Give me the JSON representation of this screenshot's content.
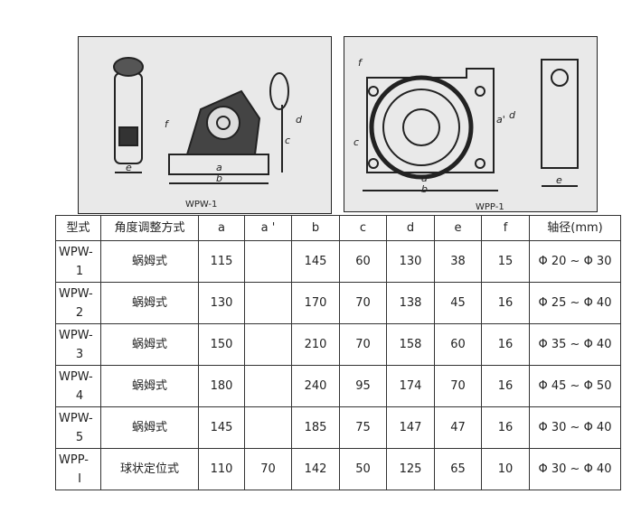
{
  "figures": [
    {
      "caption": "WPW-1",
      "labels": [
        "f",
        "a",
        "b",
        "c",
        "d",
        "e"
      ]
    },
    {
      "caption": "WPP-1",
      "labels": [
        "f",
        "a",
        "b",
        "c",
        "d",
        "e",
        "a'"
      ]
    }
  ],
  "table": {
    "headers": [
      "型式",
      "角度调整方式",
      "a",
      "a '",
      "b",
      "c",
      "d",
      "e",
      "f",
      "轴径(mm)"
    ],
    "rows": [
      [
        "WPW-",
        "1",
        "蜗姆式",
        "115",
        "",
        "145",
        "60",
        "130",
        "38",
        "15",
        "Φ 20 ~ Φ 30"
      ],
      [
        "WPW-",
        "2",
        "蜗姆式",
        "130",
        "",
        "170",
        "70",
        "138",
        "45",
        "16",
        "Φ 25 ~ Φ 40"
      ],
      [
        "WPW-",
        "3",
        "蜗姆式",
        "150",
        "",
        "210",
        "70",
        "158",
        "60",
        "16",
        "Φ 35 ~ Φ 40"
      ],
      [
        "WPW-",
        "4",
        "蜗姆式",
        "180",
        "",
        "240",
        "95",
        "174",
        "70",
        "16",
        "Φ 45 ~ Φ 50"
      ],
      [
        "WPW-",
        "5",
        "蜗姆式",
        "145",
        "",
        "185",
        "75",
        "147",
        "47",
        "16",
        "Φ 30 ~ Φ 40"
      ],
      [
        "WPP-",
        "I",
        "球状定位式",
        "110",
        "70",
        "142",
        "50",
        "125",
        "65",
        "10",
        "Φ 30 ~ Φ 40"
      ]
    ]
  }
}
